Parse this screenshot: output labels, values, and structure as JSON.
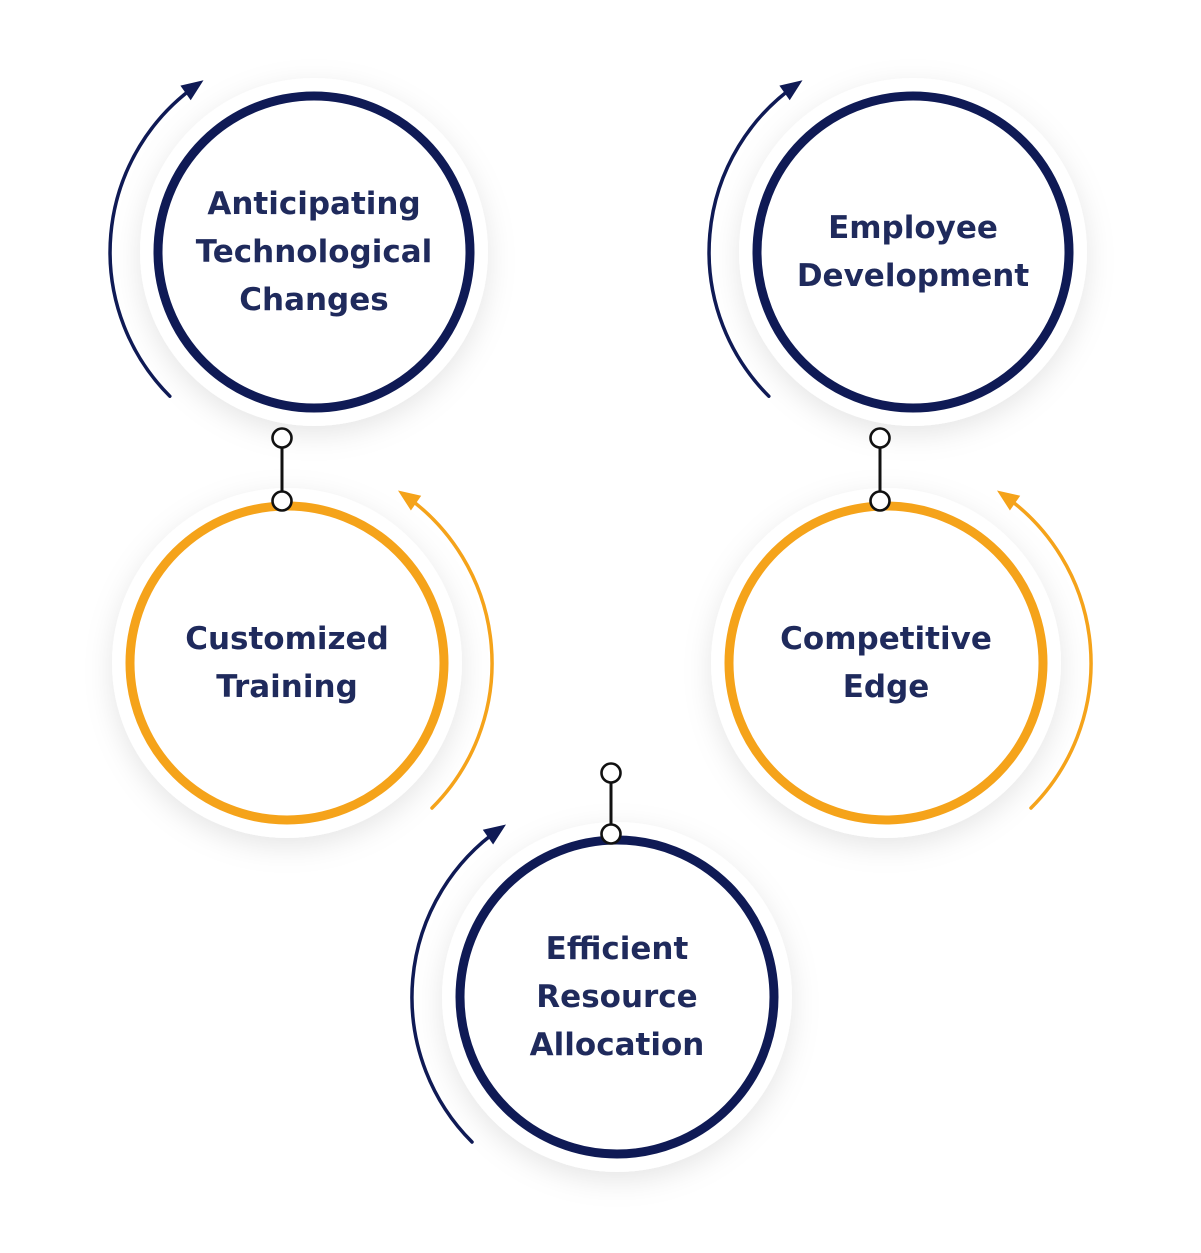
{
  "colors": {
    "navy": "#0f1a55",
    "orange": "#f5a31a",
    "text": "#1f2a5c",
    "connector": "#111111",
    "background": "#ffffff"
  },
  "nodes": [
    {
      "id": "anticipating",
      "lines": [
        "Anticipating",
        "Technological",
        "Changes"
      ],
      "color": "navy",
      "arrow": "left"
    },
    {
      "id": "employee",
      "lines": [
        "Employee",
        "Development"
      ],
      "color": "navy",
      "arrow": "left"
    },
    {
      "id": "customized",
      "lines": [
        "Customized",
        "Training"
      ],
      "color": "orange",
      "arrow": "right"
    },
    {
      "id": "competitive",
      "lines": [
        "Competitive",
        "Edge"
      ],
      "color": "orange",
      "arrow": "right"
    },
    {
      "id": "efficient",
      "lines": [
        "Efficient",
        "Resource",
        "Allocation"
      ],
      "color": "navy",
      "arrow": "left"
    }
  ],
  "connectors": [
    {
      "from": "anticipating",
      "to": "customized"
    },
    {
      "from": "employee",
      "to": "competitive"
    },
    {
      "to": "efficient"
    }
  ]
}
